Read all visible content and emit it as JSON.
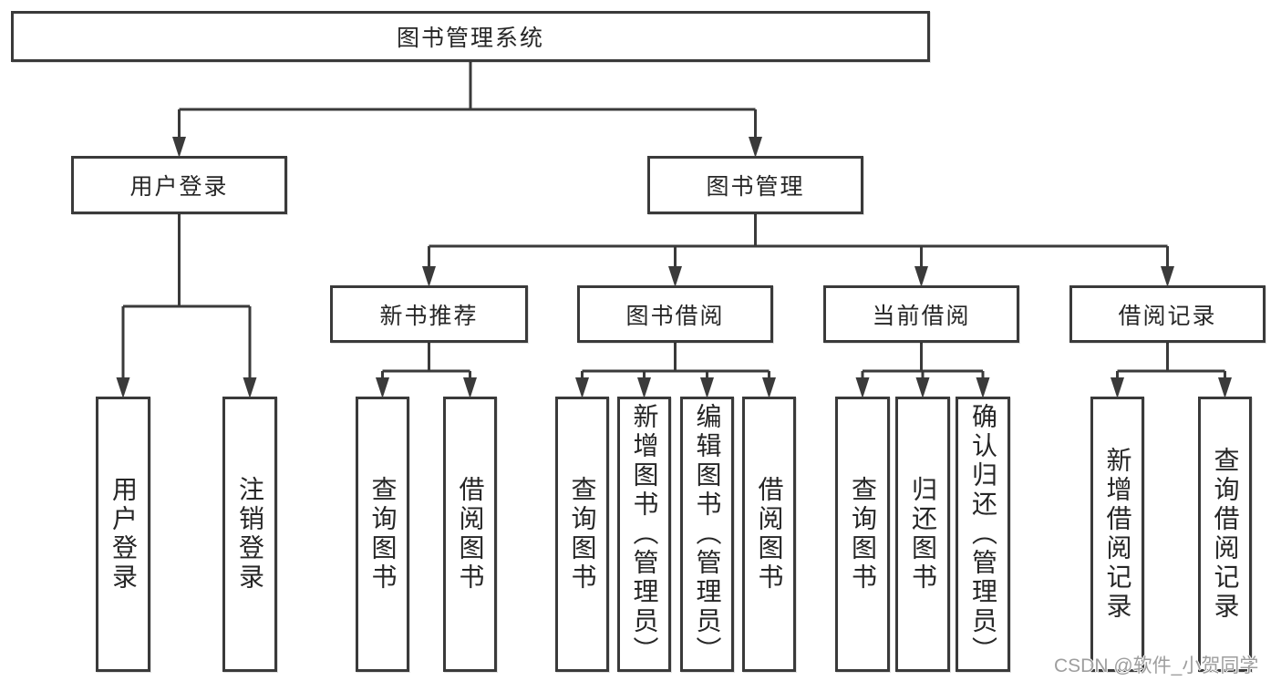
{
  "watermark": "CSDN @软件_小贺同学",
  "colors": {
    "line": "#3a3a3a",
    "box_border": "#3a3a3a",
    "text": "#262626",
    "watermark": "#9e9e9e",
    "background": "#ffffff"
  },
  "tree": {
    "id": "root",
    "label": "图书管理系统",
    "children": [
      {
        "id": "user-login",
        "label": "用户登录",
        "children": [
          {
            "id": "leaf-user-login",
            "label": "用户登录"
          },
          {
            "id": "leaf-logout",
            "label": "注销登录"
          }
        ]
      },
      {
        "id": "book-mgmt",
        "label": "图书管理",
        "children": [
          {
            "id": "new-book-rec",
            "label": "新书推荐",
            "children": [
              {
                "id": "leaf-query-book-1",
                "label": "查询图书"
              },
              {
                "id": "leaf-borrow-book-1",
                "label": "借阅图书"
              }
            ]
          },
          {
            "id": "book-borrow",
            "label": "图书借阅",
            "children": [
              {
                "id": "leaf-query-book-2",
                "label": "查询图书"
              },
              {
                "id": "leaf-add-book",
                "label": "新增图书（管理员）"
              },
              {
                "id": "leaf-edit-book",
                "label": "编辑图书（管理员）"
              },
              {
                "id": "leaf-borrow-book-2",
                "label": "借阅图书"
              }
            ]
          },
          {
            "id": "current-borrow",
            "label": "当前借阅",
            "children": [
              {
                "id": "leaf-query-book-3",
                "label": "查询图书"
              },
              {
                "id": "leaf-return-book",
                "label": "归还图书"
              },
              {
                "id": "leaf-confirm-return",
                "label": "确认归还（管理员）"
              }
            ]
          },
          {
            "id": "borrow-record",
            "label": "借阅记录",
            "children": [
              {
                "id": "leaf-add-record",
                "label": "新增借阅记录"
              },
              {
                "id": "leaf-query-record",
                "label": "查询借阅记录"
              }
            ]
          }
        ]
      }
    ]
  }
}
